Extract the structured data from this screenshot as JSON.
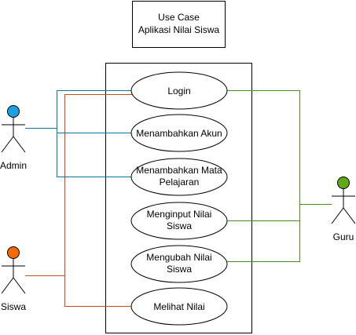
{
  "title": {
    "line1": "Use Case",
    "line2": "Aplikasi Nilai Siswa"
  },
  "actors": {
    "admin": {
      "label": "Admin",
      "color": "#1ba1e2",
      "line_color": "#10739e"
    },
    "siswa": {
      "label": "Siswa",
      "color": "#fa6800",
      "line_color": "#c04f1c"
    },
    "guru": {
      "label": "Guru",
      "color": "#60a917",
      "line_color": "#4d8c14"
    }
  },
  "use_cases": {
    "login": {
      "line1": "Login"
    },
    "akun": {
      "line1": "Menambahkan Akun"
    },
    "mapel": {
      "line1": "Menambahkan Mata",
      "line2": "Pelajaran"
    },
    "input": {
      "line1": "Menginput Nilai",
      "line2": "Siswa"
    },
    "ubah": {
      "line1": "Mengubah Nilai",
      "line2": "Siswa"
    },
    "lihat": {
      "line1": "Melihat Nilai"
    }
  }
}
